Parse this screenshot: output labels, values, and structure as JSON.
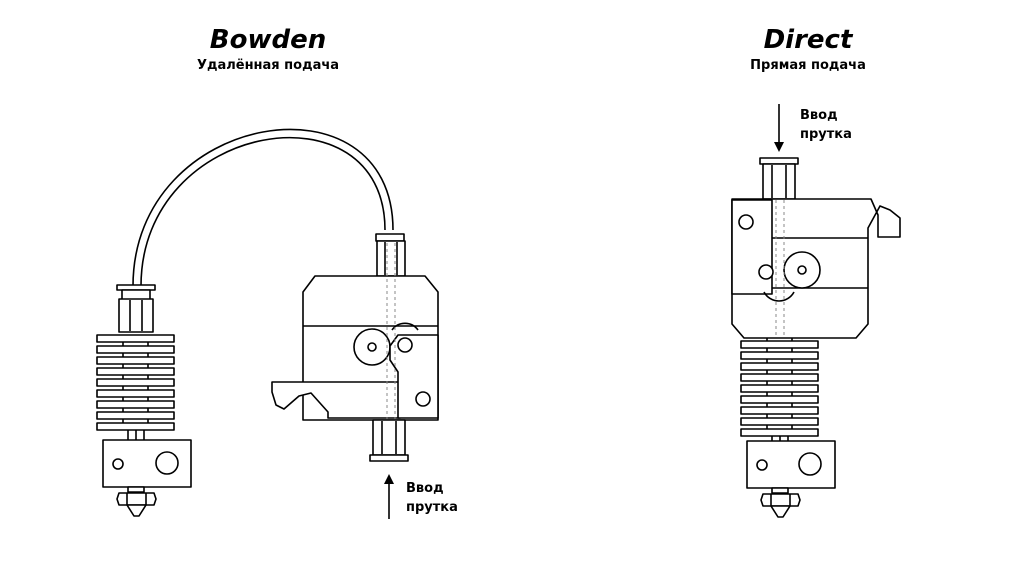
{
  "bowden": {
    "title": "Bowden",
    "subtitle": "Удалённая подача",
    "feed_label_line1": "Ввод",
    "feed_label_line2": "прутка"
  },
  "direct": {
    "title": "Direct",
    "subtitle": "Прямая подача",
    "feed_label_line1": "Ввод",
    "feed_label_line2": "прутка"
  },
  "colors": {
    "line": "#000000",
    "background": "#ffffff",
    "filament_path": "#888888"
  }
}
